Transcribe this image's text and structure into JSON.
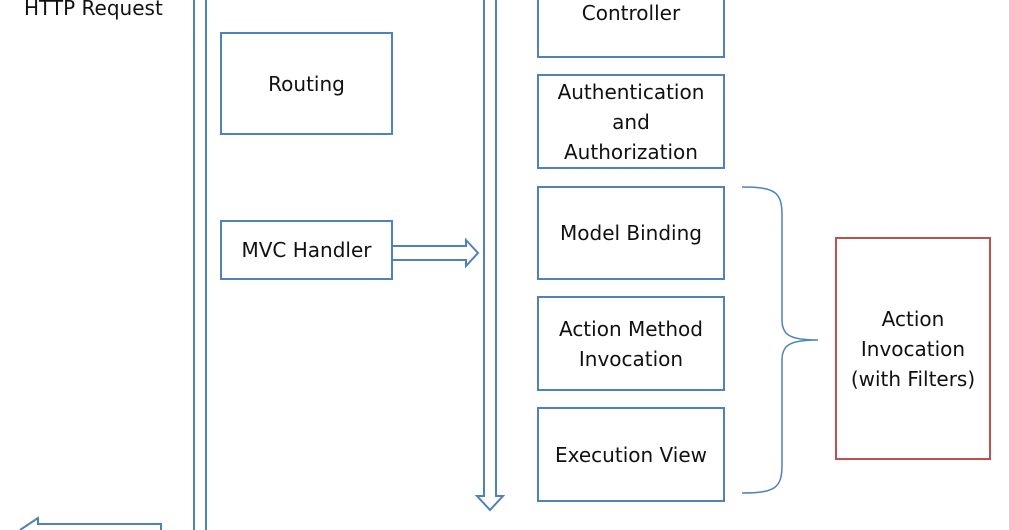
{
  "colors": {
    "blue": "#4f81bd",
    "red": "#c0504d",
    "text": "#111111"
  },
  "labels": {
    "http_request": "HTTP Request",
    "routing": "Routing",
    "mvc_handler": "MVC Handler",
    "controller": "Controller",
    "authentication": "Authentication\nand\nAuthorization",
    "model_binding": "Model Binding",
    "action_method": "Action Method\nInvocation",
    "execution_view": "Execution View",
    "action_invocation": "Action\nInvocation\n(with Filters)"
  }
}
